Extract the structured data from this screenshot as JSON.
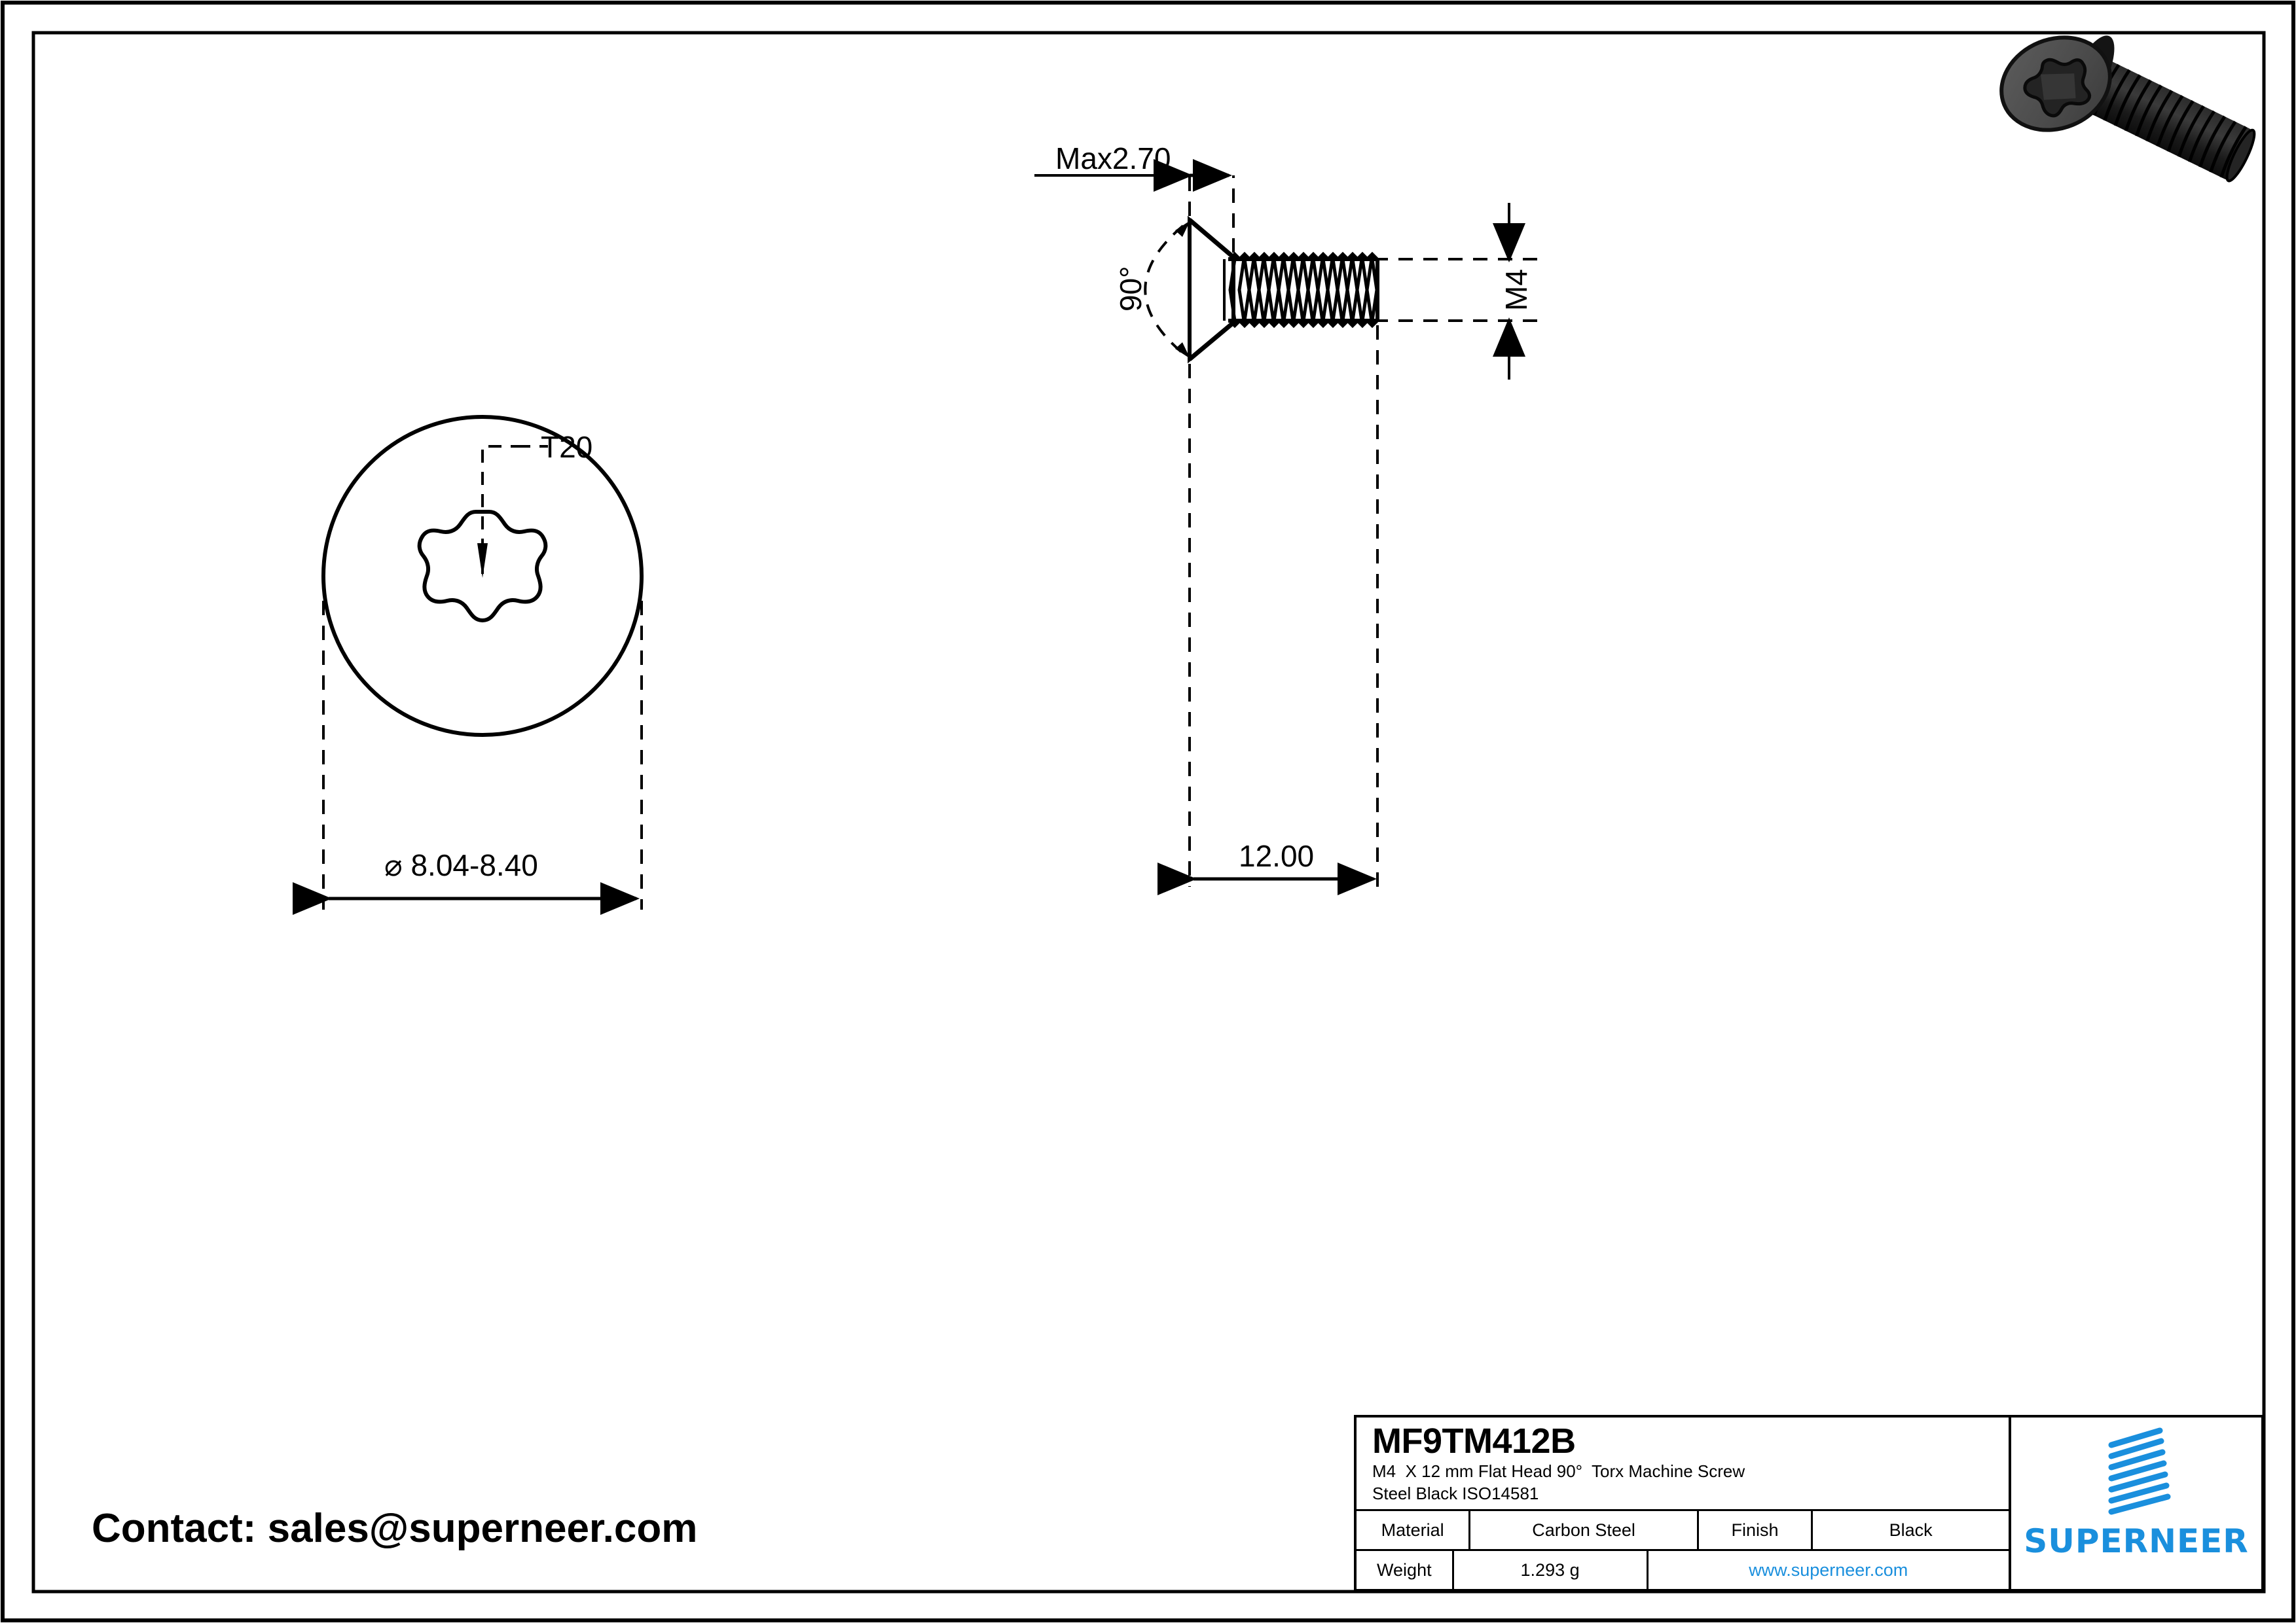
{
  "sheet": {
    "background_color": "#ffffff",
    "line_color": "#000000",
    "accent_color": "#1a8fdd"
  },
  "contact": {
    "text": "Contact: sales@superneer.com"
  },
  "top_view": {
    "drive_callout": "T20",
    "diameter_dimension": "⌀ 8.04-8.40"
  },
  "side_view": {
    "head_height_dimension": "Max2.70",
    "head_angle_dimension": "90°",
    "thread_diameter_dimension": "M4",
    "length_dimension": "12.00"
  },
  "title_block": {
    "part_number": "MF9TM412B",
    "description_line_1": "M4  X 12 mm Flat Head 90°  Torx Machine Screw",
    "description_line_2": "Steel Black ISO14581",
    "rows": [
      {
        "label": "Material",
        "value": "Carbon Steel",
        "label2": "Finish",
        "value2": "Black"
      },
      {
        "label": "Weight",
        "value": "1.293 g",
        "link": "www.superneer.com"
      }
    ],
    "brand": {
      "wordmark": "SUPERNEER",
      "logo_icon": "striped-parallelogram-logo"
    }
  },
  "render_3d": {
    "icon": "flat-head-torx-screw-3d",
    "body_color": "#1f1f1f",
    "head_face_color": "#545454"
  }
}
